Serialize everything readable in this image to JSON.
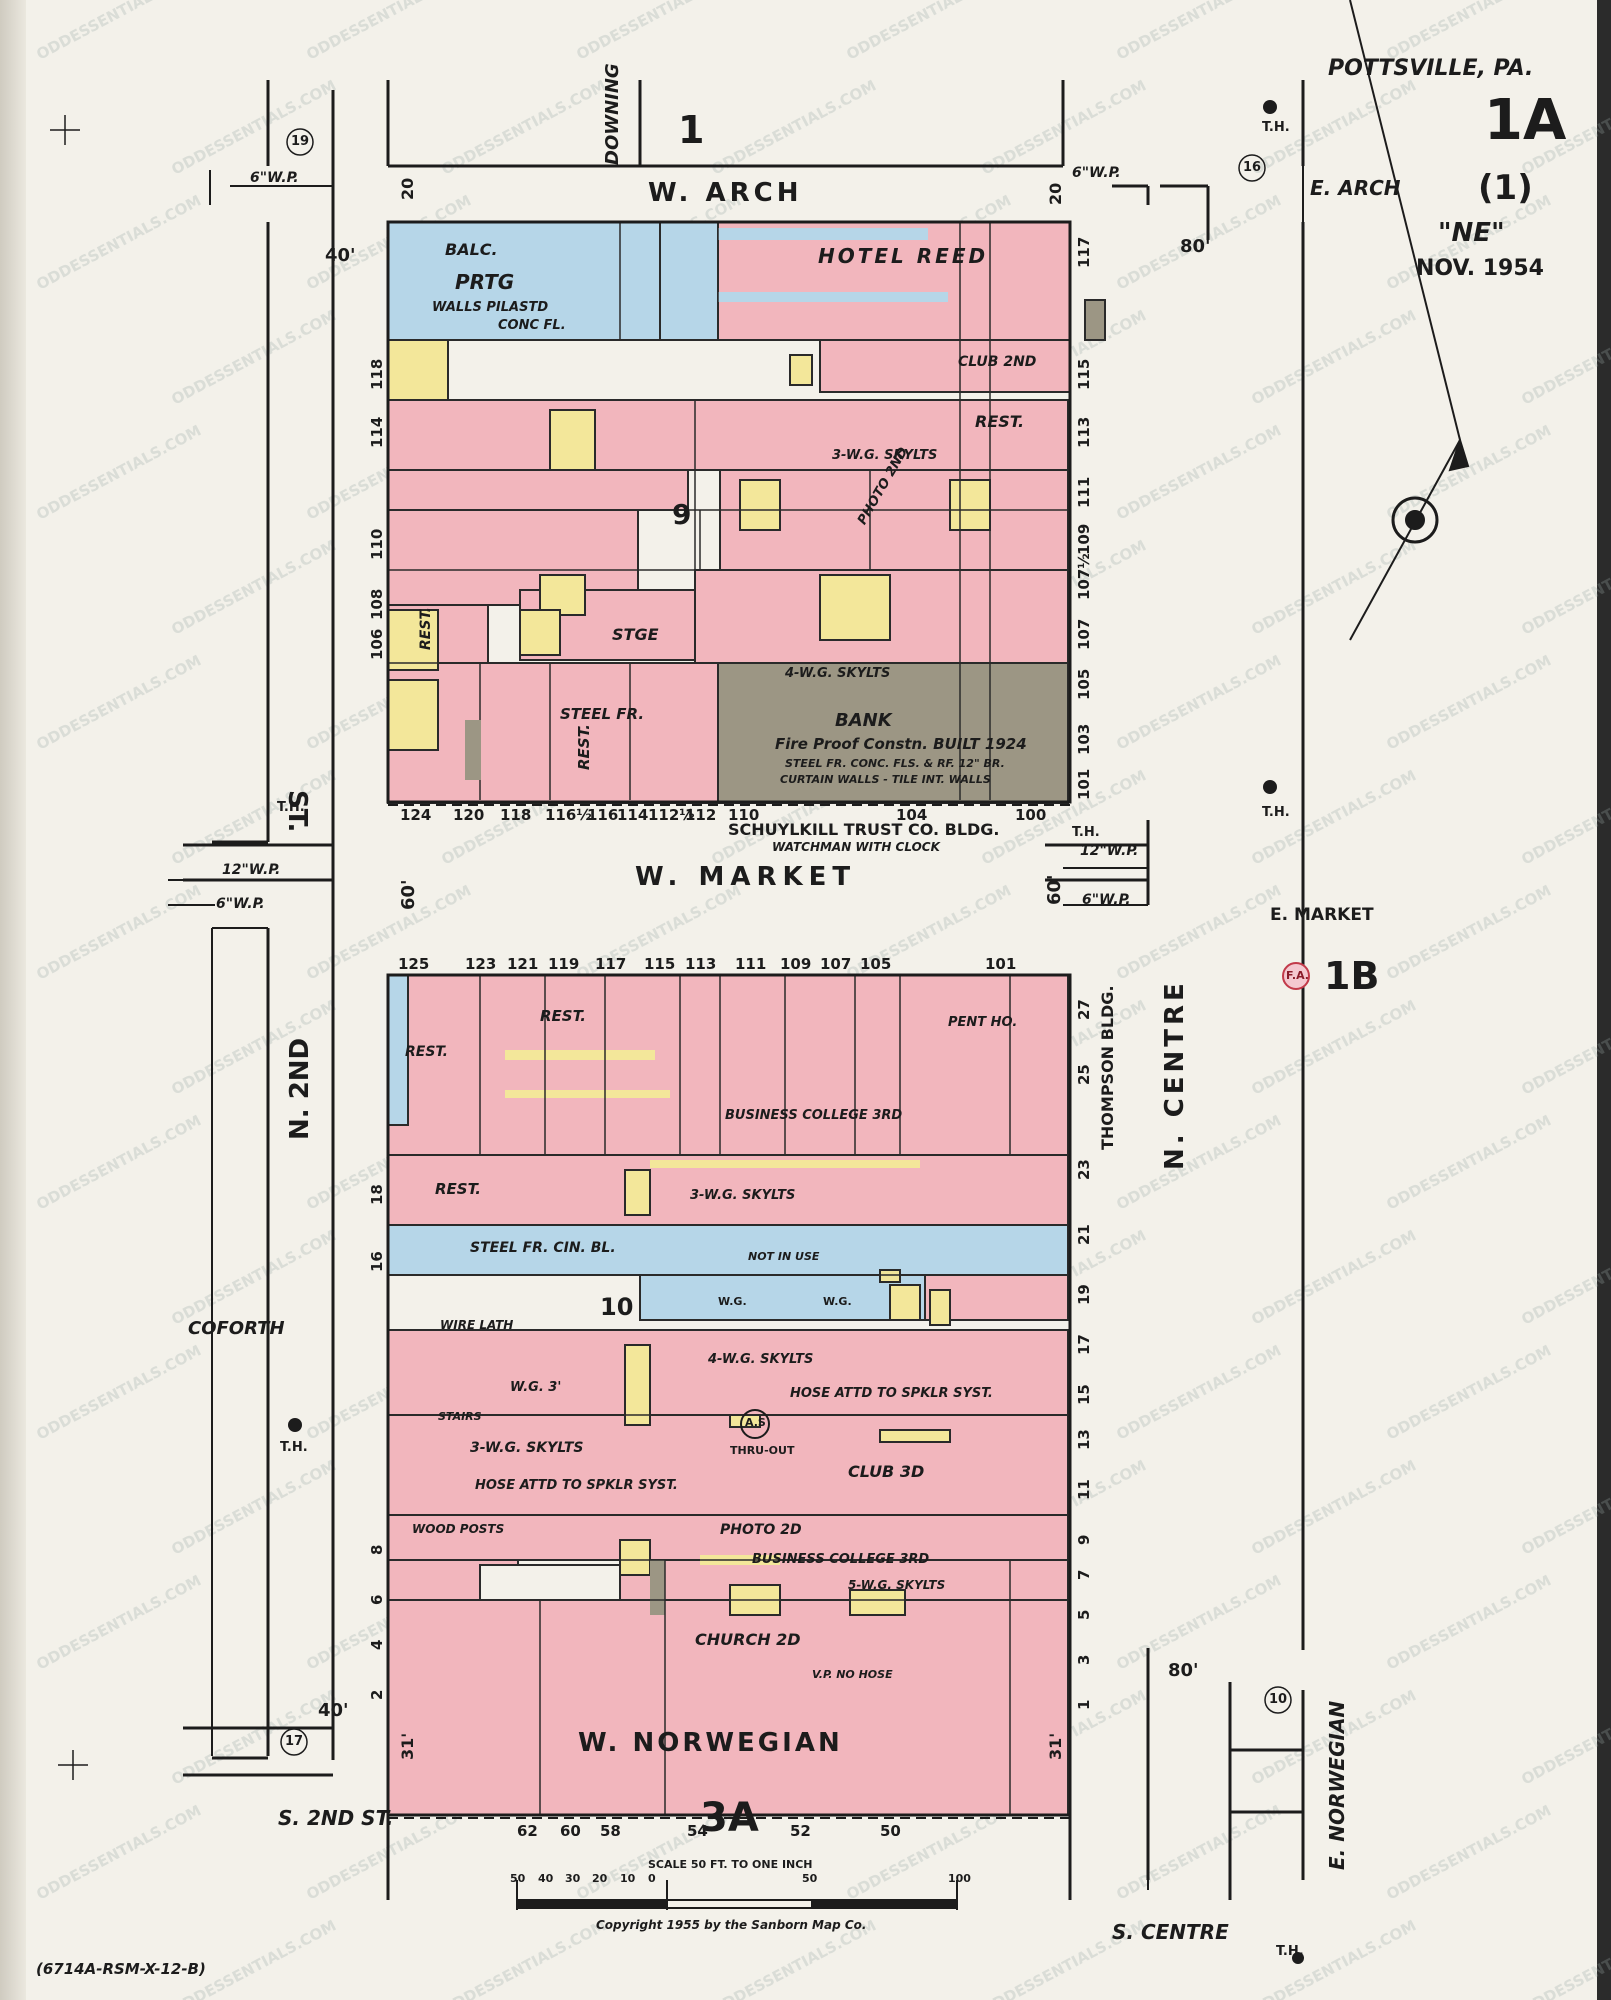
{
  "header": {
    "city": "POTTSVILLE, PA.",
    "sheet": "1A",
    "volume": "(1)",
    "section": "\"NE\"",
    "date": "NOV. 1954"
  },
  "streets": {
    "w_arch": "W. ARCH",
    "e_arch": "E. ARCH",
    "w_market": "W. MARKET",
    "e_market": "E. MARKET",
    "w_norwegian": "W. NORWEGIAN",
    "e_norwegian": "E. NORWEGIAN",
    "n_2nd": "N. 2ND",
    "st": "ST.",
    "s_2nd": "S. 2ND ST.",
    "n_centre": "N. CENTRE",
    "s_centre": "S. CENTRE",
    "downing": "DOWNING",
    "coforth": "COFORTH"
  },
  "blocks": {
    "north": "9",
    "south": "10",
    "top_adjacent": "1",
    "bottom_adjacent": "3A",
    "right_adjacent": "1B"
  },
  "buildings": {
    "hotel_reed": "HOTEL REED",
    "prtg": "PRTG",
    "balc": "BALC.",
    "walls_note": "WALLS PILASTD",
    "conc_fl": "CONC FL.",
    "club2": "CLUB 2ND",
    "rest": "REST.",
    "skylts_3": "3-W.G. SKYLTS",
    "photo2": "PHOTO 2ND",
    "stge": "STGE",
    "steel_fr": "STEEL FR.",
    "bank": "BANK",
    "fireproof": "Fire Proof Constn. BUILT 1924",
    "bank_walls": "STEEL FR. CONC. FLS. & RF. 12\" BR.",
    "curtain": "CURTAIN WALLS - TILE INT. WALLS",
    "skylts_4": "4-W.G. SKYLTS",
    "trust": "SCHUYLKILL TRUST CO. BLDG.",
    "watchman": "WATCHMAN WITH CLOCK",
    "thompson": "THOMPSON BLDG.",
    "pent": "PENT HO.",
    "business_college": "BUSINESS COLLEGE 3RD",
    "steel_cin": "STEEL FR. CIN. BL.",
    "not_in_use": "NOT IN USE",
    "hose_attd": "HOSE ATTD TO SPKLR SYST.",
    "thru_out": "THRU-OUT",
    "club3": "CLUB 3D",
    "photo2b": "PHOTO 2D",
    "church": "CHURCH 2D",
    "wood_posts": "WOOD POSTS",
    "vp_no_hose": "V.P. NO HOSE",
    "wire_lath": "WIRE LATH",
    "stairs": "STAIRS",
    "wg3": "W.G. 3'",
    "skylts_5": "5-W.G. SKYLTS",
    "wg": "W.G."
  },
  "utilities": {
    "wp6": "6\"W.P.",
    "wp12": "12\"W.P.",
    "th": "T.H.",
    "fa": "F.A.",
    "as": "A.S",
    "hydrant_19": "19",
    "hydrant_16": "16",
    "hydrant_17": "17",
    "hydrant_10": "10"
  },
  "dimensions": {
    "d20": "20",
    "d40": "40'",
    "d60": "60'",
    "d80": "80'",
    "d31": "31'"
  },
  "house_numbers": {
    "north_bottom": [
      "124",
      "120",
      "118",
      "116½",
      "116",
      "114",
      "112½",
      "112",
      "110",
      "104",
      "100"
    ],
    "north_right": [
      "117",
      "115",
      "113",
      "111",
      "109",
      "107½",
      "107",
      "105",
      "103",
      "101"
    ],
    "north_left": [
      "118",
      "114",
      "110",
      "108",
      "106"
    ],
    "south_top": [
      "125",
      "123",
      "121",
      "119",
      "117",
      "115",
      "113",
      "111",
      "109",
      "107",
      "105",
      "101"
    ],
    "south_right": [
      "27",
      "25",
      "23",
      "21",
      "19",
      "17",
      "15",
      "13",
      "11",
      "9",
      "7",
      "5",
      "3",
      "1"
    ],
    "south_left": [
      "18",
      "16",
      "8",
      "6",
      "4",
      "2"
    ],
    "south_bottom": [
      "62",
      "60",
      "58",
      "54",
      "52",
      "50"
    ]
  },
  "scale": {
    "label": "SCALE 50 FT. TO ONE INCH",
    "ticks": [
      "50",
      "40",
      "30",
      "20",
      "10",
      "0",
      "50",
      "100"
    ]
  },
  "copyright": "Copyright 1955 by the Sanborn Map Co.",
  "plate_code": "(6714A-RSM-X-12-B)",
  "watermark": "ODDESSENTIALS.COM",
  "colors": {
    "brick": "#f2b6bd",
    "frame": "#f3e79a",
    "stone": "#b6d6e8",
    "fireproof": "#9c9684",
    "paper": "#f3f1ea",
    "ink": "#1c1c1c"
  }
}
